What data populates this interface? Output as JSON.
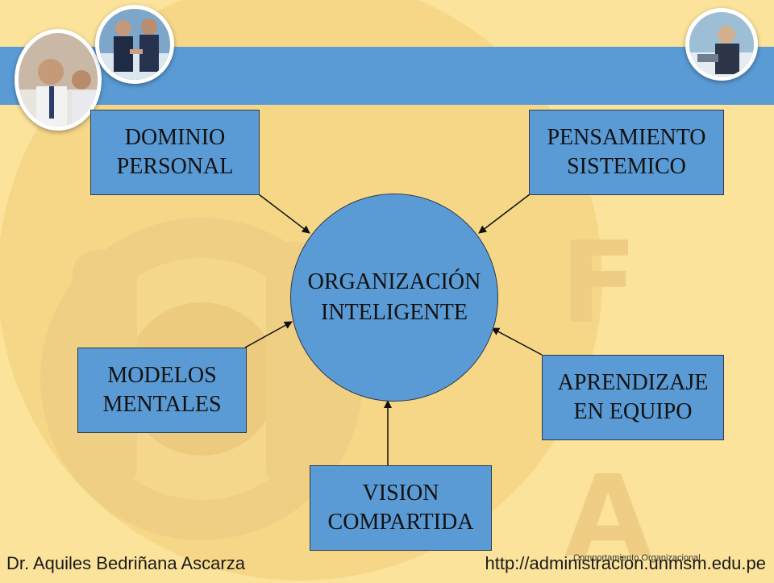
{
  "center": {
    "text": "ORGANIZACIÓN\nINTELIGENTE"
  },
  "boxes": {
    "dominio_personal": "DOMINIO\nPERSONAL",
    "pensamiento_sistemico": "PENSAMIENTO\nSISTEMICO",
    "modelos_mentales": "MODELOS\nMENTALES",
    "aprendizaje_en_equipo": "APRENDIZAJE\nEN EQUIPO",
    "vision_compartida": "VISION\nCOMPARTIDA"
  },
  "watermark": {
    "letter_1": "F",
    "letter_2": "A"
  },
  "footer": {
    "author": "Dr. Aquiles Bedriñana Ascarza",
    "caption": "Comportamiento Organizacional",
    "url": "http://administracion.unmsm.edu.pe"
  },
  "colors": {
    "background": "#fbe39b",
    "banner": "#5b9bd5",
    "box": "#5b9bd5",
    "watermark": "#f0cd84"
  },
  "icons": {
    "photo_1": "business-team-photo-icon",
    "photo_2": "handshake-photo-icon",
    "photo_3": "businessman-photo-icon"
  }
}
